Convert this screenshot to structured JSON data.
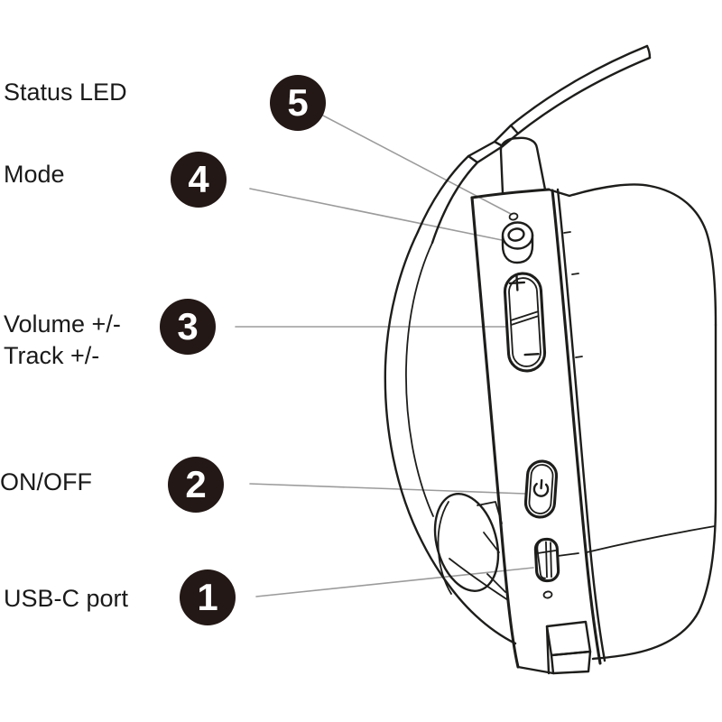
{
  "figure": {
    "subject": "wireless-headphones-side-view-controls-diagram",
    "background": "#ffffff"
  },
  "colors": {
    "badge_bg": "#231815",
    "badge_text": "#ffffff",
    "drawing_line": "#1d1d1b",
    "callout_line": "#9b9b9b",
    "label_text": "#1a1a1a"
  },
  "callouts": [
    {
      "number": "5",
      "label": "Status LED"
    },
    {
      "number": "4",
      "label": "Mode"
    },
    {
      "number": "3",
      "label": "Volume +/-\nTrack +/-"
    },
    {
      "number": "2",
      "label": "ON/OFF"
    },
    {
      "number": "1",
      "label": "USB-C port"
    }
  ],
  "parts": [
    {
      "id": "status-led",
      "callout": "5"
    },
    {
      "id": "mode-button",
      "callout": "4"
    },
    {
      "id": "volume-track-rocker",
      "callout": "3"
    },
    {
      "id": "power-button",
      "callout": "2"
    },
    {
      "id": "usb-c-port",
      "callout": "1"
    }
  ]
}
